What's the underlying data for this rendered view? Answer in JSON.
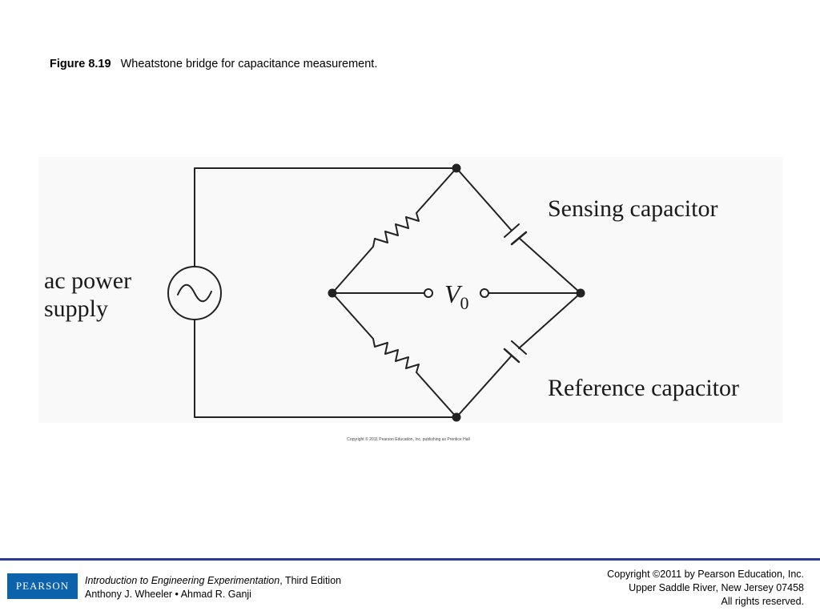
{
  "caption": {
    "figure_number": "Figure 8.19",
    "text": "Wheatstone bridge for capacitance measurement."
  },
  "diagram": {
    "source_label_line1": "ac power",
    "source_label_line2": "supply",
    "sensing_label": "Sensing capacitor",
    "reference_label": "Reference capacitor",
    "output_label": "V",
    "output_subscript": "0",
    "source_symbol": "~",
    "copyright": "Copyright © 2011 Pearson Education, Inc. publishing as Prentice Hall"
  },
  "footer": {
    "logo_text": "PEARSON",
    "book_title": "Introduction to Engineering Experimentation",
    "edition": ", Third Edition",
    "authors": "Anthony J. Wheeler • Ahmad R. Ganji",
    "copyright_line1": "Copyright ©2011 by Pearson Education, Inc.",
    "copyright_line2": "Upper Saddle River, New Jersey 07458",
    "copyright_line3": "All rights reserved.",
    "rule_color": "#2b3c8f",
    "logo_color": "#0d62ac"
  }
}
